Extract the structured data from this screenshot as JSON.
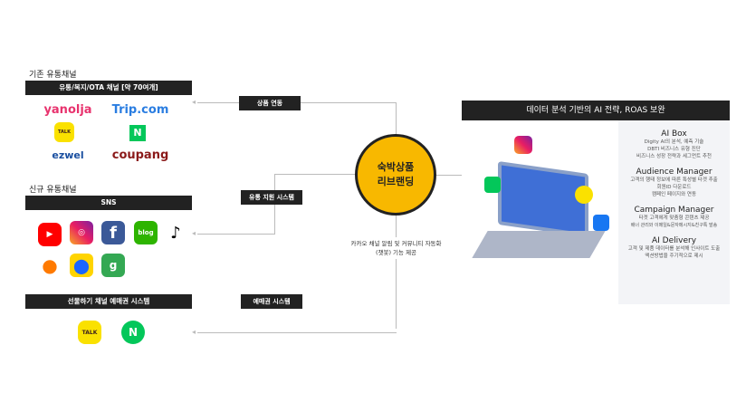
{
  "existing": {
    "title": "기존 유통채널",
    "bar": "유통/복지/OTA 채널 [약 70여개]",
    "logos": [
      "yanolja",
      "Trip.com",
      "TALK",
      "N",
      "ezwel",
      "coupang"
    ]
  },
  "new": {
    "title": "신규 유통채널",
    "bar": "SNS",
    "icons": [
      "youtube-icon",
      "instagram-icon",
      "facebook-icon",
      "blog-icon",
      "tiktok-icon",
      "carrot-icon",
      "map-pin-icon",
      "google-maps-icon"
    ],
    "blog": "blog"
  },
  "gift": {
    "bar": "선물하기 채널 예매권 시스템",
    "icons": [
      "TALK",
      "N"
    ]
  },
  "links": {
    "product": "상품 연동",
    "distribution": "유통 지원 시스템",
    "voucher": "예매권 시스템"
  },
  "center": {
    "line1": "숙박상품",
    "line2": "리브랜딩",
    "note1": "카카오 채널 알림 및 커뮤니티 자동화",
    "note2": "(챗봇) 기능 제공",
    "color": "#f8b800"
  },
  "right": {
    "bar": "데이터 분석 기반의 AI 전략, ROAS 보완",
    "sections": [
      {
        "title": "AI Box",
        "lines": [
          "Digity AI의 분석, 예측 기술",
          "DBTI 비즈니스 유형 진단",
          "비즈니스 성장 전략과 세그먼트 추천"
        ]
      },
      {
        "title": "Audience Manager",
        "lines": [
          "고객의 행태 정보에 따른 특성별 타겟 추출",
          "회원ID 다운로드",
          "캠페인 페이지와 연동"
        ]
      },
      {
        "title": "Campaign Manager",
        "lines": [
          "타겟 고객에게 맞춤형 콘텐츠 제공",
          "배너 관리와 이메일&문자메시지&친구톡 발송"
        ]
      },
      {
        "title": "AI Delivery",
        "lines": [
          "고객 및 제품 데이터를 분석해 인사이트 도출",
          "액션방법을 주기적으로 제시"
        ]
      }
    ]
  }
}
